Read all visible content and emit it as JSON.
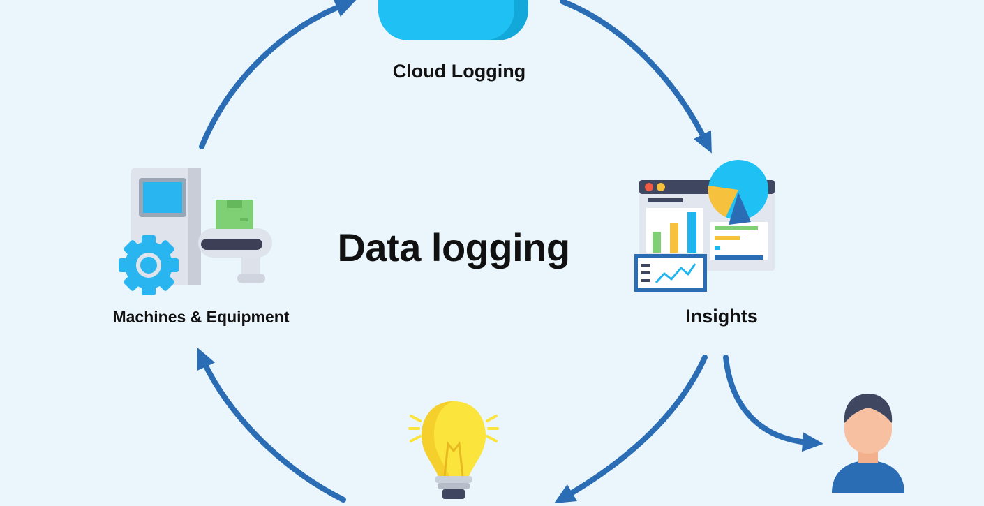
{
  "diagram": {
    "title": "Data logging",
    "nodes": {
      "cloud": {
        "label": "Cloud Logging",
        "icon": "cloud-icon"
      },
      "machines": {
        "label": "Machines & Equipment",
        "icon": "machine-conveyor-gear-icon"
      },
      "insights": {
        "label": "Insights",
        "icon": "analytics-dashboard-icon"
      },
      "idea": {
        "label": "",
        "icon": "lightbulb-icon"
      },
      "user": {
        "label": "",
        "icon": "user-avatar-icon"
      }
    }
  },
  "colors": {
    "background": "#ebf5fc",
    "arrow": "#2a6db5",
    "cloud": "#1fc1f4",
    "text": "#111111",
    "bulb": "#fbe43b"
  }
}
